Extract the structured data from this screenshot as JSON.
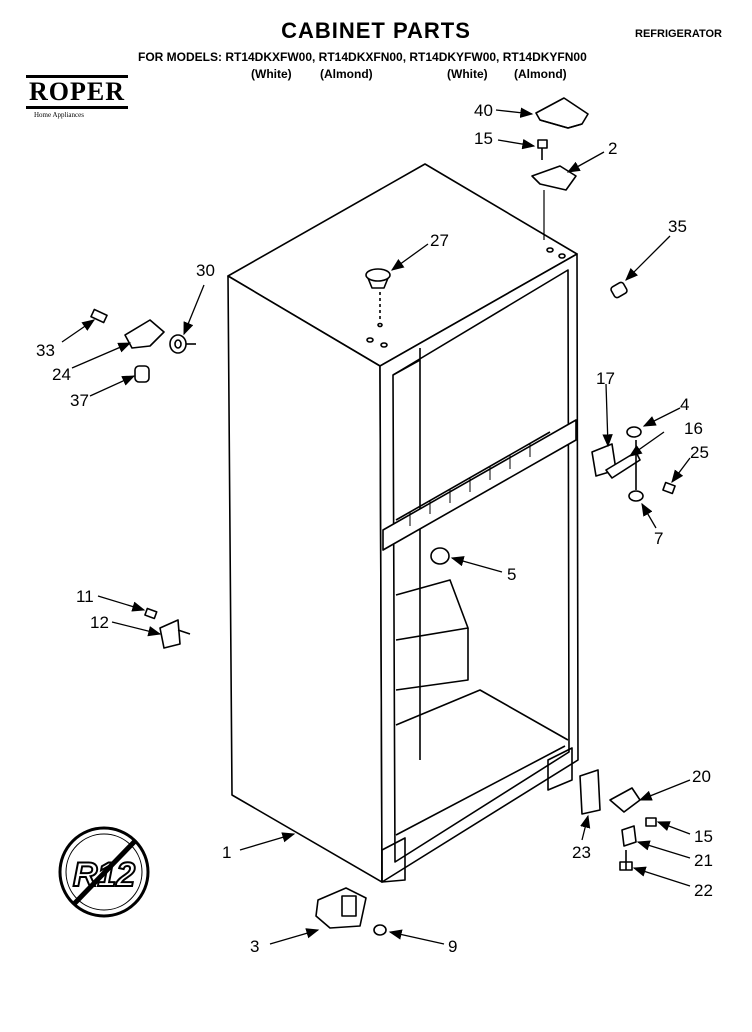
{
  "header": {
    "title": "CABINET PARTS",
    "appliance": "REFRIGERATOR",
    "models": "FOR MODELS: RT14DKXFW00, RT14DKXFN00, RT14DKYFW00, RT14DKYFN00",
    "variants": [
      "(White)",
      "(Almond)",
      "(White)",
      "(Almond)"
    ]
  },
  "brand": {
    "name": "ROPER",
    "tagline": "Home Appliances"
  },
  "badge": {
    "text": "R12"
  },
  "callouts": [
    "1",
    "2",
    "3",
    "4",
    "5",
    "7",
    "9",
    "11",
    "12",
    "15",
    "15",
    "16",
    "17",
    "20",
    "21",
    "22",
    "23",
    "24",
    "25",
    "27",
    "30",
    "33",
    "35",
    "37",
    "40"
  ]
}
